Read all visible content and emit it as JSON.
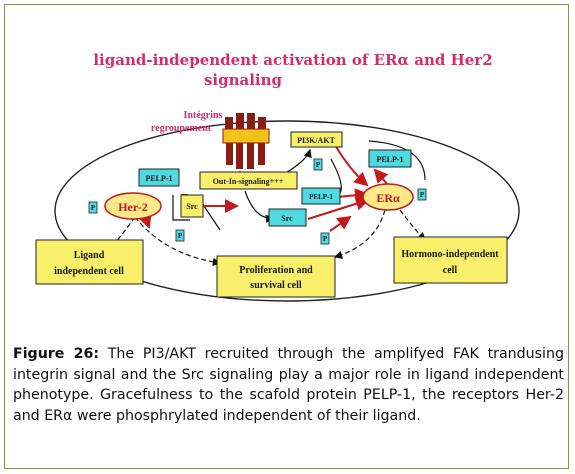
{
  "diagram": {
    "title_line1": "ligand-independent activation of ERα and Her2",
    "title_line2": "signaling",
    "integrins_line1": "Intégrins",
    "integrins_line2": "regroupement",
    "her2": "Her-2",
    "er_alpha": "ERα",
    "pelp1_left": "PELP-1",
    "out_in": "Out-In-signaling+++",
    "src_left": "Src",
    "pi3k_akt": "PI3K/AKT",
    "pelp1_right": "PELP-1",
    "pelp1_mid": "PELP-1",
    "src_mid": "Src",
    "p_label": "P",
    "ligand_line1": "Ligand",
    "ligand_line2": "independent cell",
    "prolif_line1": "Proliferation and",
    "prolif_line2": "survival cell",
    "hormono_line1": "Hormono-independent",
    "hormono_line2": "cell"
  },
  "caption": {
    "label": "Figure 26:",
    "text": " The PI3/AKT recruited through the amplifyed FAK trandusing integrin signal and the Src signaling play a major role in ligand independent phenotype. Gracefulness to the scafold protein PELP-1, the receptors Her-2 and ERα were phosphrylated independent of their ligand."
  },
  "colors": {
    "title": "#d42a6e",
    "frame_border": "#7a9a3c",
    "box_cyan": "#4fd9e0",
    "box_yellow": "#f8f06a",
    "node_ellipse": "#fce98a",
    "arrow_red": "#c21a1a",
    "integrin_brown": "#8a1d12",
    "integrin_gold": "#f0c21a"
  }
}
